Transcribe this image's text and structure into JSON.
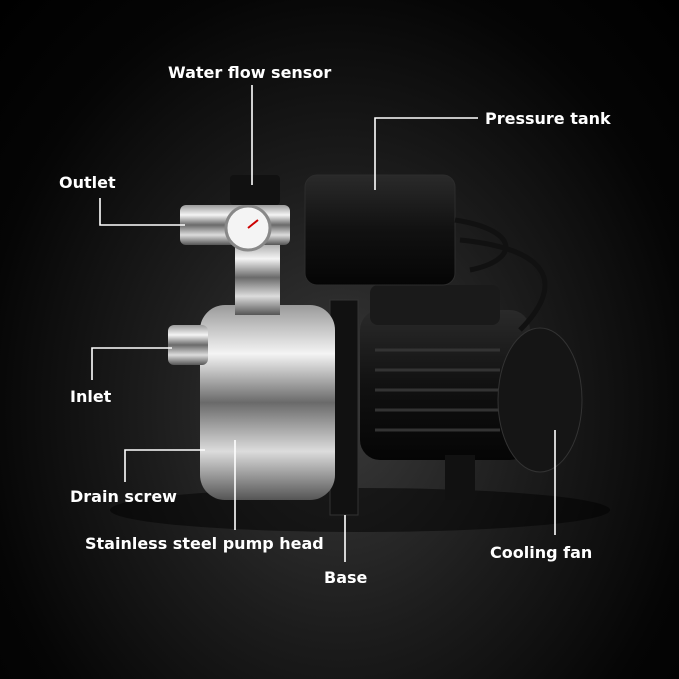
{
  "labels": {
    "water_flow_sensor": "Water flow sensor",
    "pressure_tank": "Pressure tank",
    "outlet": "Outlet",
    "inlet": "Inlet",
    "drain_screw": "Drain screw",
    "pump_head": "Stainless steel pump head",
    "base": "Base",
    "cooling_fan": "Cooling fan"
  },
  "colors": {
    "line": "#ffffff",
    "text": "#ffffff"
  }
}
